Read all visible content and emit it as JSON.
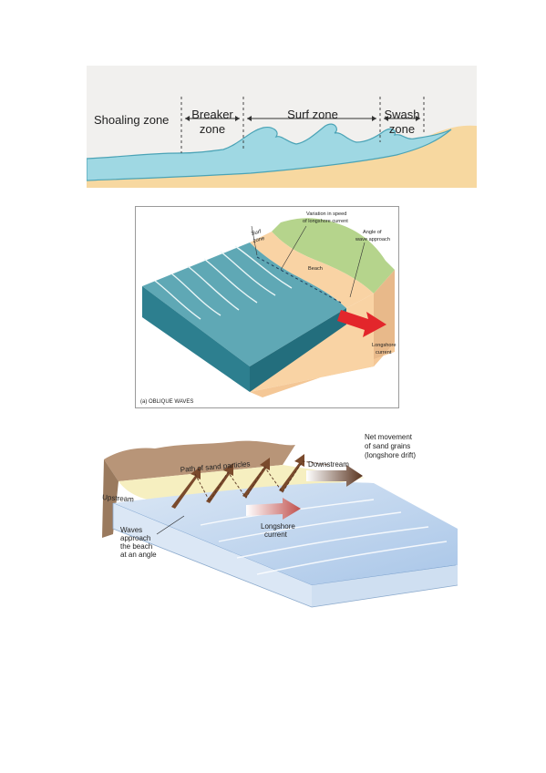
{
  "panel_zones": {
    "labels": {
      "shoaling": "Shoaling zone",
      "breaker_1": "Breaker",
      "breaker_2": "zone",
      "surf": "Surf zone",
      "swash_1": "Swash",
      "swash_2": "zone"
    },
    "colors": {
      "sky": "#f1f0ee",
      "water": "#9fd8e3",
      "water_edge": "#4aa3b6",
      "sand": "#f7d8a0"
    }
  },
  "panel_oblique": {
    "labels": {
      "surf_1": "Surf",
      "surf_2": "zone",
      "variation_1": "Variation in speed",
      "variation_2": "of longshore current",
      "angle_1": "Angle of",
      "angle_2": "wave approach",
      "beach": "Beach",
      "longshore_1": "Longshore",
      "longshore_2": "current",
      "caption": "(a) OBLIQUE WAVES"
    },
    "colors": {
      "water": "#5fa8b5",
      "water_dark": "#2d7f8f",
      "sand": "#f9d3a4",
      "land": "#b5d48c",
      "arrow": "#e3262b"
    }
  },
  "panel_drift": {
    "labels": {
      "path": "Path of sand particles",
      "downstream": "Downstream",
      "upstream": "Upstream",
      "net_1": "Net movement",
      "net_2": "of sand grains",
      "net_3": "(longshore drift)",
      "longshore_1": "Longshore",
      "longshore_2": "current",
      "waves_1": "Waves",
      "waves_2": "approach",
      "waves_3": "the beach",
      "waves_4": "at an angle"
    },
    "colors": {
      "water": "#a9c6e8",
      "water_light": "#dbe7f5",
      "sand": "#f6efc0",
      "cliff": "#b89578",
      "arrow": "#7a4a2c",
      "current_arrow": "#c0504d"
    }
  }
}
